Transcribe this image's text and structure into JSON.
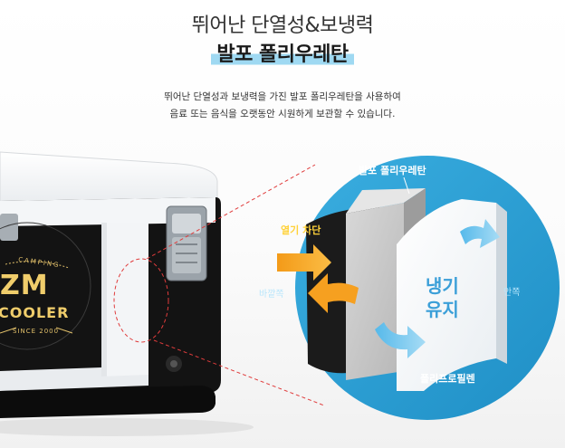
{
  "header": {
    "title": "뛰어난 단열성&보냉력",
    "subtitle": "발포 폴리우레탄"
  },
  "description": {
    "line1": "뛰어난 단열성과 보냉력을 가진 발포 폴리우레탄을 사용하여",
    "line2": "음료 또는 음식을 오랫동안 시원하게 보관할 수 있습니다."
  },
  "cooler": {
    "brand": "ZM",
    "product": "COOLER",
    "arc_text": "CAMPING",
    "since": "SINCE 2000"
  },
  "diagram": {
    "foam_label": "발포 폴리우레탄",
    "heat_block_label": "열기 차단",
    "outside_label": "바깥쪽",
    "inside_label": "안쪽",
    "keep_cold_line1": "냉기",
    "keep_cold_line2": "유지",
    "polypropylene_label": "폴리프로필렌"
  },
  "colors": {
    "circle": "#2da2d6",
    "highlight": "#9fd9f2",
    "heat_arrow": "#f5a11c",
    "cold_arrow": "#7ccaef",
    "dashed_line": "#e03c3c",
    "label_light_blue": "#b9e6fb",
    "keep_cold_text": "#3b9fd8"
  }
}
